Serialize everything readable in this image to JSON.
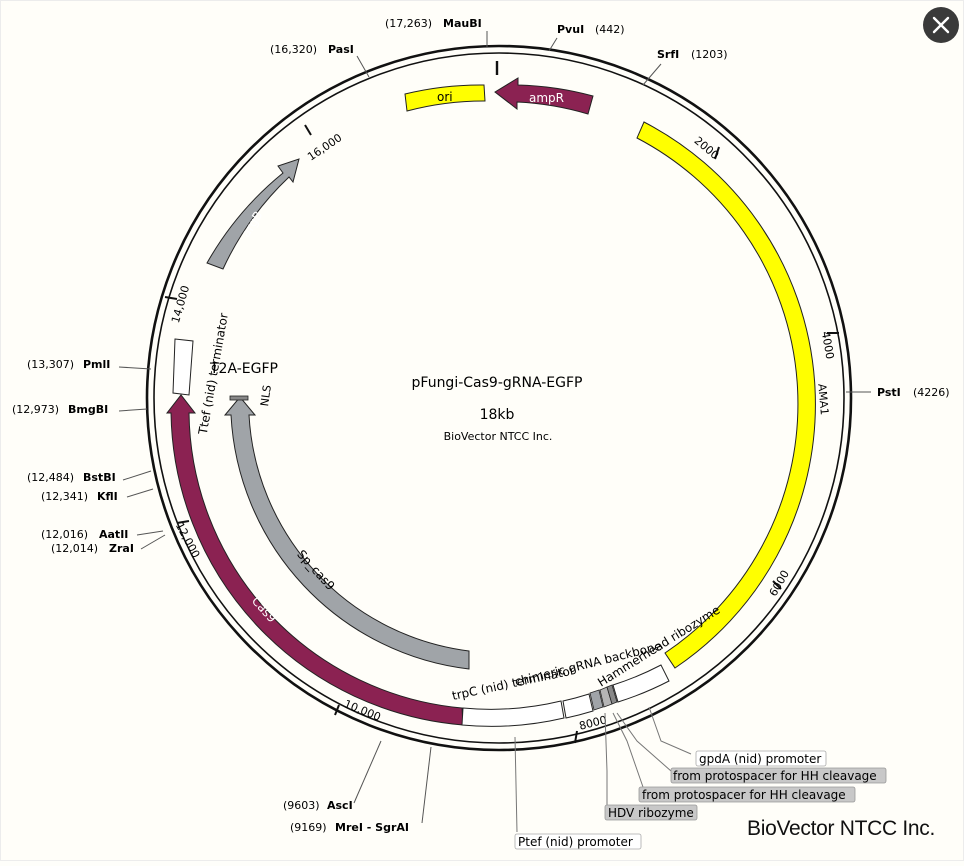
{
  "plasmid": {
    "name": "pFungi-Cas9-gRNA-EGFP",
    "size_label": "18kb",
    "org": "BioVector NTCC Inc."
  },
  "brand": "BioVector NTCC Inc.",
  "close_icon": "close-x-icon",
  "colors": {
    "yellow": "#ffff00",
    "magenta": "#8b2252",
    "gray": "#a0a4a8",
    "white_feature": "#ffffff",
    "dark_close": "#3a3a3a"
  },
  "sites_left": [
    {
      "pos": "(17,263)",
      "name": "MauBI"
    },
    {
      "pos": "(16,320)",
      "name": "PasI"
    },
    {
      "pos": "(13,307)",
      "name": "PmlI"
    },
    {
      "pos": "(12,973)",
      "name": "BmgBI"
    },
    {
      "pos": "(12,484)",
      "name": "BstBI"
    },
    {
      "pos": "(12,341)",
      "name": "KflI"
    },
    {
      "pos": "(12,016)",
      "name": "AatII"
    },
    {
      "pos": "(12,014)",
      "name": "ZraI"
    },
    {
      "pos": "(9603)",
      "name": "AscI"
    },
    {
      "pos": "(9169)",
      "name": "MreI - SgrAI"
    }
  ],
  "sites_right": [
    {
      "name": "PvuI",
      "pos": "(442)"
    },
    {
      "name": "SrfI",
      "pos": "(1203)"
    },
    {
      "name": "PstI",
      "pos": "(4226)"
    }
  ],
  "ticks": {
    "t2000": "2000",
    "t4000": "4000",
    "t6000": "6000",
    "t8000": "8000",
    "t10000": "10,000",
    "t12000": "12,000",
    "t14000": "14,000",
    "t16000": "16,000"
  },
  "features": {
    "ori": "ori",
    "ampR": "ampR",
    "AMA1": "AMA1",
    "argB": "argB",
    "Cas9": "Cas9",
    "Sp_cas9": "Sp_cas9",
    "NLS": "NLS",
    "T2A_EGFP": "T2A-EGFP",
    "Ttef_term": "Ttef (nid) terminator",
    "trpC_term": "trpC (nid) terminator",
    "chimeric": "chimeric gRNA backbone",
    "hammerhead": "Hammerhead ribozyme"
  },
  "callouts": {
    "gpdA": "gpdA (nid) promoter",
    "hh1": "from protospacer for HH cleavage",
    "hh2": "from protospacer for HH cleavage",
    "hdv": "HDV ribozyme",
    "ptef": "Ptef (nid) promoter"
  }
}
